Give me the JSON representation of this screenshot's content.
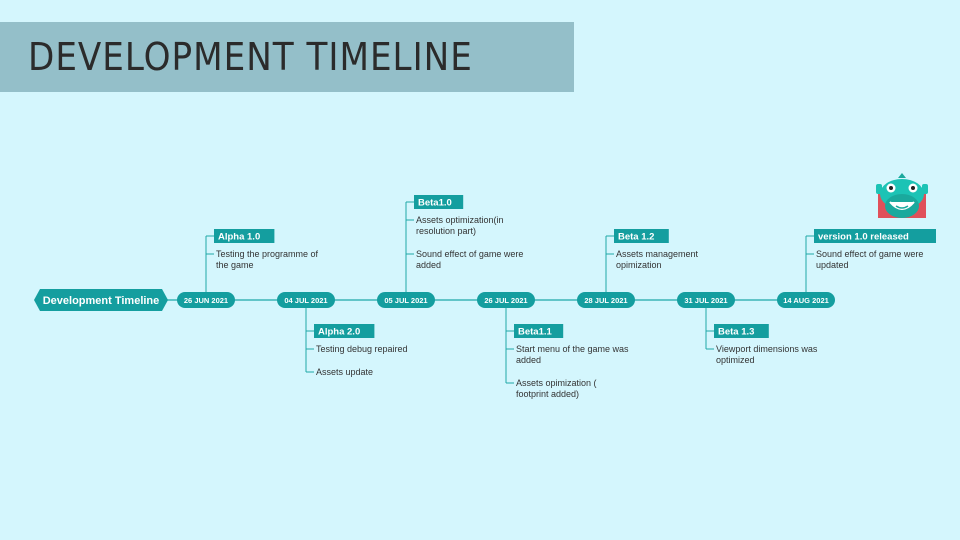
{
  "slide": {
    "title": "DEVELOPMENT TIMELINE"
  },
  "root_label": "Development Timeline",
  "colors": {
    "accent": "#149e9f",
    "accent_dark": "#0e8c8d",
    "band": "#94bfc9",
    "background": "#d4f6fd"
  },
  "milestones": [
    {
      "date": "26 JUN 2021",
      "tag": "Alpha 1.0",
      "side": "above",
      "notes": [
        [
          "Testing the programme of",
          "the game"
        ]
      ]
    },
    {
      "date": "04 JUL 2021",
      "tag": "Alpha 2.0",
      "side": "below",
      "notes": [
        [
          "Testing debug repaired"
        ],
        [
          "Assets update"
        ]
      ]
    },
    {
      "date": "05 JUL 2021",
      "tag": "Beta1.0",
      "side": "above",
      "notes": [
        [
          "Assets optimization(in",
          "resolution part)"
        ],
        [
          "Sound effect of game were",
          "added"
        ]
      ]
    },
    {
      "date": "26 JUL 2021",
      "tag": "Beta1.1",
      "side": "below",
      "notes": [
        [
          "Start menu of the game was",
          "added"
        ],
        [
          "Assets opimization (",
          "footprint added)"
        ]
      ]
    },
    {
      "date": "28 JUL 2021",
      "tag": "Beta 1.2",
      "side": "above",
      "notes": [
        [
          "Assets management",
          "opimization"
        ]
      ]
    },
    {
      "date": "31 JUL 2021",
      "tag": "Beta 1.3",
      "side": "below",
      "notes": [
        [
          "Viewport dimensions was",
          "optimized"
        ]
      ]
    },
    {
      "date": "14 AUG 2021",
      "tag": "version 1.0 released",
      "side": "above",
      "notes": [
        [
          "Sound effect of game were",
          "updated"
        ]
      ]
    }
  ],
  "mascot_icon": "green-monster-icon"
}
